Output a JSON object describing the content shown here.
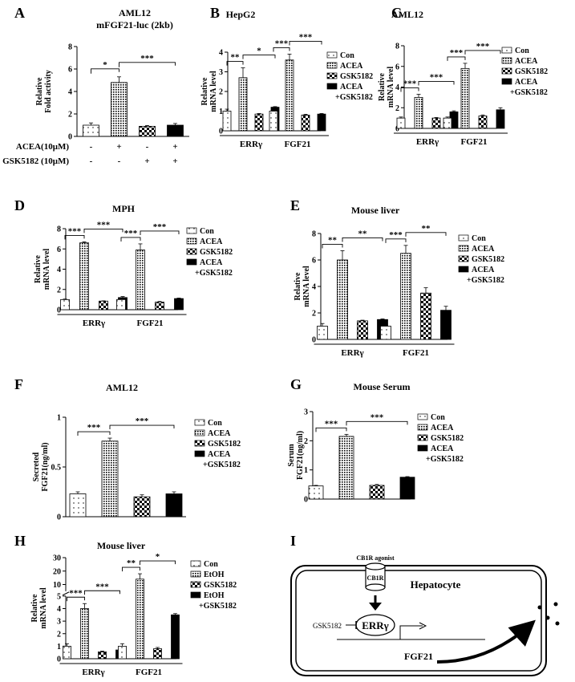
{
  "colors": {
    "ink": "#000000",
    "paper": "#ffffff",
    "mid": "#777777"
  },
  "legends": {
    "L1": [
      "Con",
      "ACEA",
      "GSK5182",
      "ACEA",
      "+GSK5182"
    ],
    "L2": [
      "Con",
      "EtOH",
      "GSK5182",
      "EtOH",
      "+GSK5182"
    ]
  },
  "chart_data": [
    {
      "panel": "A",
      "type": "bar",
      "title": "AML12",
      "subtitle": "mFGF21-luc (2kb)",
      "ylabel": [
        "Relative",
        "Fold activity"
      ],
      "ylim": [
        0,
        8
      ],
      "yticks": [
        0,
        2,
        4,
        6,
        8
      ],
      "x_rows": [
        {
          "label": "ACEA(10μM)",
          "marks": [
            "-",
            "+",
            "-",
            "+"
          ]
        },
        {
          "label": "GSK5182 (10μM)",
          "marks": [
            "-",
            "-",
            "+",
            "+"
          ]
        }
      ],
      "bars": [
        {
          "v": 1.0,
          "e": 0.2,
          "p": 0
        },
        {
          "v": 4.8,
          "e": 0.5,
          "p": 1
        },
        {
          "v": 0.9,
          "e": 0.07,
          "p": 2
        },
        {
          "v": 1.0,
          "e": 0.15,
          "p": 3
        }
      ],
      "sig": [
        {
          "a": 0,
          "b": 1,
          "t": "*"
        },
        {
          "a": 1,
          "b": 3,
          "t": "***"
        }
      ]
    },
    {
      "panel": "B",
      "type": "bar",
      "title": "HepG2",
      "ylabel": [
        "Relative",
        "mRNA level"
      ],
      "ylim": [
        0,
        4
      ],
      "yticks": [
        0,
        1,
        2,
        3,
        4
      ],
      "groups": [
        "ERRγ",
        "FGF21"
      ],
      "legend": "L1",
      "series": [
        {
          "name": "Con",
          "values": [
            1.0,
            1.0
          ],
          "err": [
            0.1,
            0.12
          ]
        },
        {
          "name": "ACEA",
          "values": [
            2.7,
            3.6
          ],
          "err": [
            0.5,
            0.3
          ]
        },
        {
          "name": "GSK5182",
          "values": [
            0.85,
            0.8
          ],
          "err": [
            0.03,
            0.04
          ]
        },
        {
          "name": "ACEA+GSK5182",
          "values": [
            1.2,
            0.85
          ],
          "err": [
            0.03,
            0.03
          ]
        }
      ],
      "sig": [
        {
          "g": 0,
          "a": 0,
          "b": 1,
          "t": "**"
        },
        {
          "g": 0,
          "a": 1,
          "b": 3,
          "t": "*"
        },
        {
          "g": 1,
          "a": 0,
          "b": 1,
          "t": "***"
        },
        {
          "g": 1,
          "a": 1,
          "b": 3,
          "t": "***"
        }
      ]
    },
    {
      "panel": "C",
      "type": "bar",
      "title": "AML12",
      "ylabel": [
        "Relative",
        "mRNA level"
      ],
      "ylim": [
        0,
        8
      ],
      "yticks": [
        0,
        2,
        4,
        6,
        8
      ],
      "groups": [
        "ERRγ",
        "FGF21"
      ],
      "legend": "L1",
      "series": [
        {
          "name": "Con",
          "values": [
            1.0,
            1.0
          ],
          "err": [
            0.1,
            0.1
          ]
        },
        {
          "name": "ACEA",
          "values": [
            3.0,
            5.8
          ],
          "err": [
            0.3,
            0.5
          ]
        },
        {
          "name": "GSK5182",
          "values": [
            1.0,
            1.2
          ],
          "err": [
            0.05,
            0.1
          ]
        },
        {
          "name": "ACEA+GSK5182",
          "values": [
            1.6,
            1.8
          ],
          "err": [
            0.1,
            0.2
          ]
        }
      ],
      "sig": [
        {
          "g": 0,
          "a": 0,
          "b": 1,
          "t": "***"
        },
        {
          "g": 0,
          "a": 1,
          "b": 3,
          "t": "***"
        },
        {
          "g": 1,
          "a": 0,
          "b": 1,
          "t": "***"
        },
        {
          "g": 1,
          "a": 1,
          "b": 3,
          "t": "***"
        }
      ]
    },
    {
      "panel": "D",
      "type": "bar",
      "title": "MPH",
      "ylabel": [
        "Relative",
        "mRNA level"
      ],
      "ylim": [
        0,
        8
      ],
      "yticks": [
        0,
        2,
        4,
        6,
        8
      ],
      "groups": [
        "ERRγ",
        "FGF21"
      ],
      "legend": "L1",
      "series": [
        {
          "name": "Con",
          "values": [
            1.0,
            1.0
          ],
          "err": [
            0.05,
            0.06
          ]
        },
        {
          "name": "ACEA",
          "values": [
            6.6,
            5.9
          ],
          "err": [
            0.1,
            0.6
          ]
        },
        {
          "name": "GSK5182",
          "values": [
            0.85,
            0.75
          ],
          "err": [
            0.03,
            0.06
          ]
        },
        {
          "name": "ACEA+GSK5182",
          "values": [
            1.2,
            1.1
          ],
          "err": [
            0.1,
            0.05
          ]
        }
      ],
      "sig": [
        {
          "g": 0,
          "a": 0,
          "b": 1,
          "t": "***"
        },
        {
          "g": 0,
          "a": 1,
          "b": 3,
          "t": "***"
        },
        {
          "g": 1,
          "a": 0,
          "b": 1,
          "t": "***"
        },
        {
          "g": 1,
          "a": 1,
          "b": 3,
          "t": "***"
        }
      ]
    },
    {
      "panel": "E",
      "type": "bar",
      "title": "Mouse liver",
      "ylabel": [
        "Relative",
        "mRNA level"
      ],
      "ylim": [
        0,
        8
      ],
      "yticks": [
        0,
        2,
        4,
        6,
        8
      ],
      "groups": [
        "ERRγ",
        "FGF21"
      ],
      "legend": "L1",
      "series": [
        {
          "name": "Con",
          "values": [
            1.0,
            1.0
          ],
          "err": [
            0.2,
            0.2
          ]
        },
        {
          "name": "ACEA",
          "values": [
            6.0,
            6.5
          ],
          "err": [
            0.7,
            0.6
          ]
        },
        {
          "name": "GSK5182",
          "values": [
            1.4,
            3.5
          ],
          "err": [
            0.05,
            0.4
          ]
        },
        {
          "name": "ACEA+GSK5182",
          "values": [
            1.5,
            2.2
          ],
          "err": [
            0.05,
            0.3
          ]
        }
      ],
      "sig": [
        {
          "g": 0,
          "a": 0,
          "b": 1,
          "t": "**"
        },
        {
          "g": 0,
          "a": 1,
          "b": 3,
          "t": "**"
        },
        {
          "g": 1,
          "a": 0,
          "b": 1,
          "t": "***"
        },
        {
          "g": 1,
          "a": 1,
          "b": 3,
          "t": "**"
        }
      ]
    },
    {
      "panel": "F",
      "type": "bar",
      "title": "AML12",
      "ylabel": [
        "Secreted",
        "FGF21(ng/ml)"
      ],
      "ylim": [
        0,
        1
      ],
      "yticks": [
        0,
        0.5,
        1
      ],
      "ytick_labels": [
        "0",
        "0.5",
        "1"
      ],
      "legend": "L1",
      "series": [
        {
          "name": "Con",
          "values": [
            0.23
          ],
          "err": [
            0.02
          ]
        },
        {
          "name": "ACEA",
          "values": [
            0.76
          ],
          "err": [
            0.03
          ]
        },
        {
          "name": "GSK5182",
          "values": [
            0.2
          ],
          "err": [
            0.02
          ]
        },
        {
          "name": "ACEA+GSK5182",
          "values": [
            0.23
          ],
          "err": [
            0.02
          ]
        }
      ],
      "sig": [
        {
          "g": 0,
          "a": 0,
          "b": 1,
          "t": "***"
        },
        {
          "g": 0,
          "a": 1,
          "b": 3,
          "t": "***"
        }
      ]
    },
    {
      "panel": "G",
      "type": "bar",
      "title": "Mouse Serum",
      "ylabel": [
        "Serum",
        "FGF21(ng/ml)"
      ],
      "ylim": [
        0,
        3
      ],
      "yticks": [
        0,
        1,
        2,
        3
      ],
      "legend": "L1",
      "series": [
        {
          "name": "Con",
          "values": [
            0.45
          ],
          "err": [
            0.02
          ]
        },
        {
          "name": "ACEA",
          "values": [
            2.15
          ],
          "err": [
            0.07
          ]
        },
        {
          "name": "GSK5182",
          "values": [
            0.47
          ],
          "err": [
            0.03
          ]
        },
        {
          "name": "ACEA+GSK5182",
          "values": [
            0.75
          ],
          "err": [
            0.02
          ]
        }
      ],
      "sig": [
        {
          "g": 0,
          "a": 0,
          "b": 1,
          "t": "***"
        },
        {
          "g": 0,
          "a": 1,
          "b": 3,
          "t": "***"
        }
      ]
    },
    {
      "panel": "H",
      "type": "bar",
      "title": "Mouse liver",
      "ylabel": [
        "Relative",
        "mRNA level"
      ],
      "axis_break": true,
      "yticks": [
        0,
        1,
        2,
        3,
        4,
        5,
        10,
        20,
        30
      ],
      "groups": [
        "ERRγ",
        "FGF21"
      ],
      "legend": "L2",
      "series": [
        {
          "name": "Con",
          "values": [
            1.0,
            1.0
          ],
          "err": [
            0.2,
            0.2
          ]
        },
        {
          "name": "EtOH",
          "values": [
            4.0,
            14.0
          ],
          "err": [
            0.4,
            4.0
          ]
        },
        {
          "name": "GSK5182",
          "values": [
            0.55,
            0.8
          ],
          "err": [
            0.05,
            0.1
          ]
        },
        {
          "name": "EtOH+GSK5182",
          "values": [
            0.7,
            3.5
          ],
          "err": [
            0.05,
            0.1
          ]
        }
      ],
      "sig": [
        {
          "g": 0,
          "a": 0,
          "b": 1,
          "t": "***"
        },
        {
          "g": 0,
          "a": 1,
          "b": 3,
          "t": "***"
        },
        {
          "g": 1,
          "a": 0,
          "b": 1,
          "t": "**"
        },
        {
          "g": 1,
          "a": 1,
          "b": 3,
          "t": "*"
        }
      ]
    }
  ],
  "schematic": {
    "panel": "I",
    "agonist": "CB1R agonist",
    "cell": "Hepatocyte",
    "receptor": "CB1R",
    "nuclear": "ERRγ",
    "inhibitor": "GSK5182",
    "gene": "FGF21"
  }
}
